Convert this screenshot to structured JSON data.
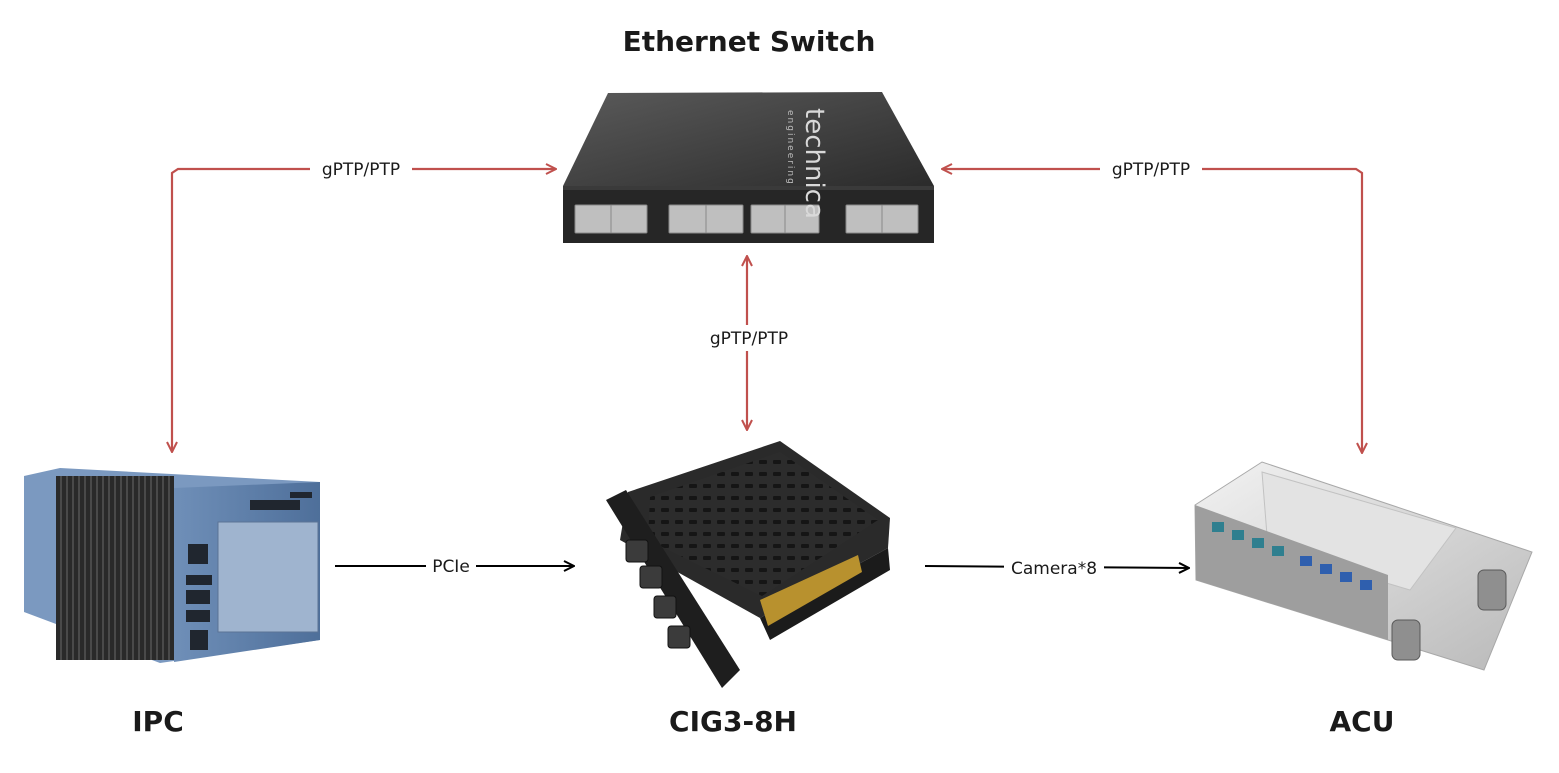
{
  "nodes": {
    "switch": {
      "label": "Ethernet Switch",
      "logo_text": "technica",
      "logo_sub": "engineering"
    },
    "ipc": {
      "label": "IPC"
    },
    "cig": {
      "label": "CIG3-8H"
    },
    "acu": {
      "label": "ACU"
    }
  },
  "edges": {
    "ipc_switch": {
      "label": "gPTP/PTP"
    },
    "acu_switch": {
      "label": "gPTP/PTP"
    },
    "cig_switch": {
      "label": "gPTP/PTP"
    },
    "ipc_cig": {
      "label": "PCIe"
    },
    "cig_acu": {
      "label": "Camera*8"
    }
  },
  "colors": {
    "sync_link": "#c0504d",
    "data_link": "#000000",
    "text": "#1a1a1a"
  }
}
